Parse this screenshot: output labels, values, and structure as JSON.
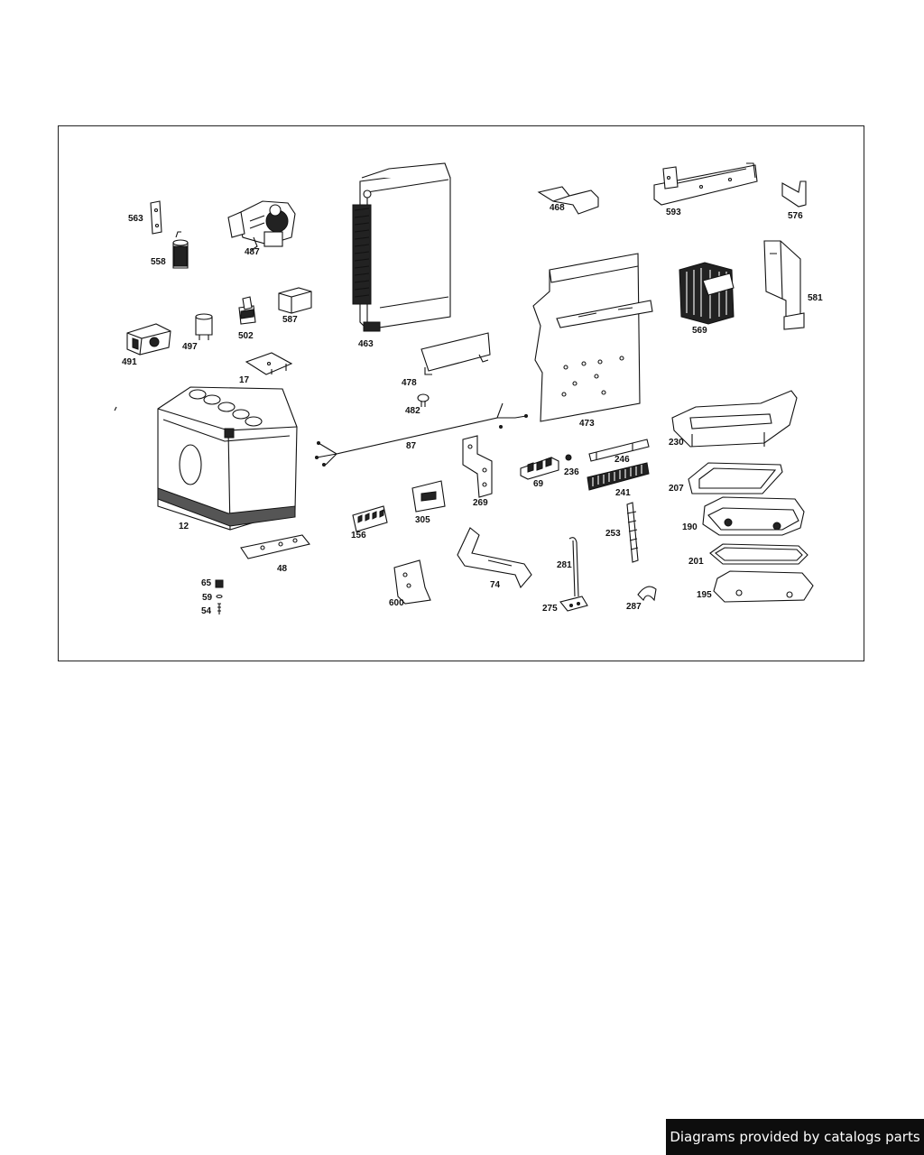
{
  "diagram": {
    "parts": [
      {
        "id": "563"
      },
      {
        "id": "558"
      },
      {
        "id": "487"
      },
      {
        "id": "463"
      },
      {
        "id": "468"
      },
      {
        "id": "593"
      },
      {
        "id": "576"
      },
      {
        "id": "581"
      },
      {
        "id": "569"
      },
      {
        "id": "587"
      },
      {
        "id": "502"
      },
      {
        "id": "497"
      },
      {
        "id": "491"
      },
      {
        "id": "17"
      },
      {
        "id": "478"
      },
      {
        "id": "482"
      },
      {
        "id": "473"
      },
      {
        "id": "87"
      },
      {
        "id": "12"
      },
      {
        "id": "230"
      },
      {
        "id": "246"
      },
      {
        "id": "236"
      },
      {
        "id": "69"
      },
      {
        "id": "241"
      },
      {
        "id": "207"
      },
      {
        "id": "269"
      },
      {
        "id": "305"
      },
      {
        "id": "156"
      },
      {
        "id": "190"
      },
      {
        "id": "253"
      },
      {
        "id": "48"
      },
      {
        "id": "201"
      },
      {
        "id": "281"
      },
      {
        "id": "74"
      },
      {
        "id": "195"
      },
      {
        "id": "65"
      },
      {
        "id": "59"
      },
      {
        "id": "54"
      },
      {
        "id": "600"
      },
      {
        "id": "275"
      },
      {
        "id": "287"
      }
    ]
  },
  "footer": {
    "text": "Diagrams provided by catalogs parts"
  }
}
